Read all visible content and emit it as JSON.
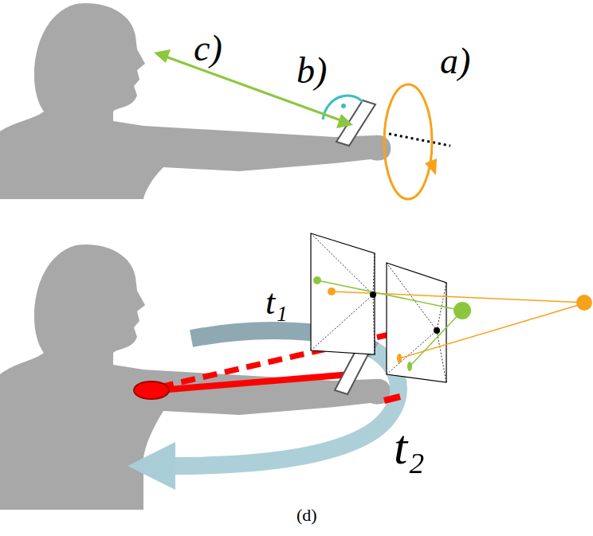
{
  "diagram": {
    "caption": "(d)",
    "labels": [
      "c)",
      "b)",
      "a)",
      "t₁",
      "t₂"
    ]
  }
}
